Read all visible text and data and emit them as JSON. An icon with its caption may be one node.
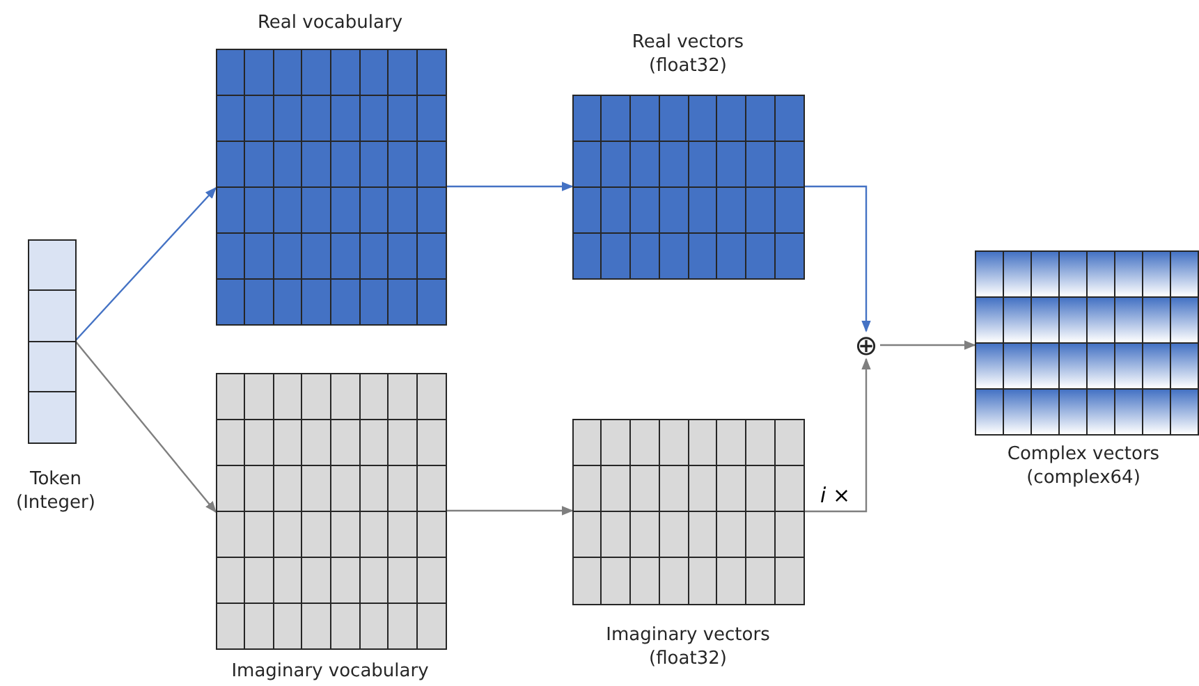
{
  "diagram": {
    "nodes": [
      {
        "text": [],
        "shape": "grid",
        "beside": [
          "Token (Integer)"
        ]
      },
      {
        "text": [],
        "shape": "grid",
        "beside": [
          "Real vocabulary"
        ]
      },
      {
        "text": [],
        "shape": "grid",
        "beside": [
          "Imaginary vocabulary"
        ]
      },
      {
        "text": [],
        "shape": "grid",
        "beside": [
          "Real vectors (float32)"
        ]
      },
      {
        "text": [],
        "shape": "grid",
        "beside": [
          "Imaginary vectors (float32)"
        ]
      },
      {
        "text": [
          "⊕"
        ]
      },
      {
        "text": [],
        "shape": "grid",
        "beside": [
          "Complex vectors (complex64)"
        ]
      }
    ],
    "edges": [
      {
        "from": 0,
        "to": 1,
        "arrow": "to",
        "color": "#4472c4"
      },
      {
        "from": 0,
        "to": 2,
        "arrow": "to"
      },
      {
        "from": 1,
        "to": 3,
        "arrow": "to",
        "color": "#4472c4"
      },
      {
        "from": 2,
        "to": 4,
        "arrow": "to"
      },
      {
        "from": 3,
        "to": 5,
        "arrow": "to",
        "color": "#4472c4"
      },
      {
        "from": 4,
        "to": 5,
        "arrow": "to",
        "label": "*i* ×"
      },
      {
        "from": 5,
        "to": 6,
        "arrow": "to"
      }
    ]
  }
}
